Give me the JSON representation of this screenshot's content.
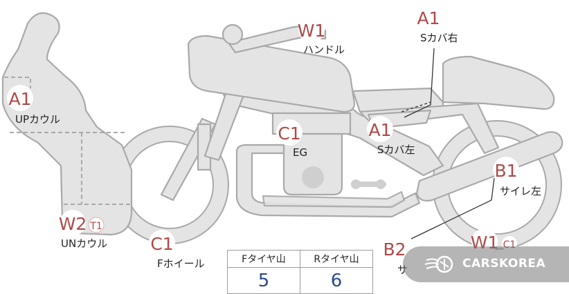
{
  "callouts": [
    {
      "id": "w1_handle",
      "code": "W1",
      "label": "ハンドル"
    },
    {
      "id": "a1_scover_r",
      "code": "A1",
      "label": "Sカバ右"
    },
    {
      "id": "a1_upcowl",
      "code": "A1",
      "label": "UPカウル"
    },
    {
      "id": "c1_eg",
      "code": "C1",
      "label": "EG"
    },
    {
      "id": "a1_scover_l",
      "code": "A1",
      "label": "Sカバ左"
    },
    {
      "id": "b1_silencer_l",
      "code": "B1",
      "label": "サイレ左"
    },
    {
      "id": "w2t1_uncowl",
      "code": "W2",
      "sub": "T1",
      "label": "UNカウル"
    },
    {
      "id": "c1_fwheel",
      "code": "C1",
      "label": "Fホイール"
    },
    {
      "id": "b2_partial",
      "code": "B2",
      "label": "サ"
    },
    {
      "id": "w1c1_rwheel",
      "code": "W1",
      "sub": "C1",
      "label": ""
    }
  ],
  "tread_table": {
    "front_label": "Fタイヤ山",
    "rear_label": "Rタイヤ山",
    "front_value": "5",
    "rear_value": "6"
  },
  "watermark": {
    "text": "CARSKOREA"
  },
  "colors": {
    "code": "#b04848",
    "value": "#2a4a8e",
    "part_fill": "#e4e4e4",
    "part_stroke": "#a9a9a9"
  }
}
